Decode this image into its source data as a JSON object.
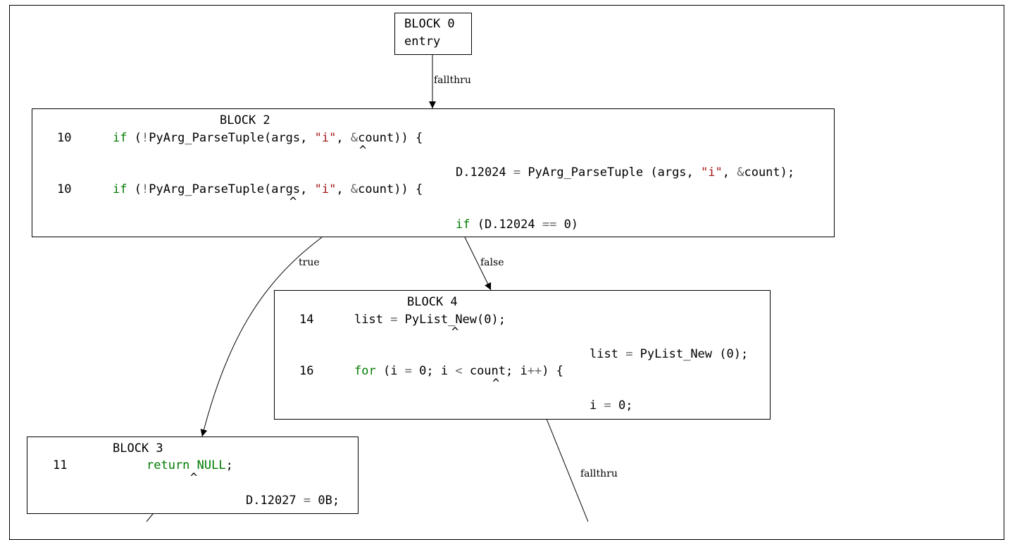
{
  "blocks": {
    "block0": {
      "title": "BLOCK 0",
      "subtitle": "entry"
    },
    "block2": {
      "title": "BLOCK 2",
      "lines": [
        {
          "num": "10",
          "parts": [
            "if",
            " (",
            "!",
            "PyArg_ParseTuple(args, ",
            "\"i\"",
            ", ",
            "&",
            "count)) {"
          ]
        },
        {
          "caret": "^"
        },
        {
          "gimple": [
            "D.12024 ",
            "=",
            " PyArg_ParseTuple (args, ",
            "\"i\"",
            ", ",
            "&",
            "count);"
          ]
        },
        {
          "num": "10",
          "parts": [
            "if",
            " (",
            "!",
            "PyArg_ParseTuple(args, ",
            "\"i\"",
            ", ",
            "&",
            "count)) {"
          ]
        },
        {
          "caret": "^"
        },
        {
          "gimple": [
            "if",
            " (D.12024 ",
            "==",
            " 0)"
          ]
        }
      ]
    },
    "block4": {
      "title": "BLOCK 4",
      "lines": [
        {
          "num": "14",
          "parts": [
            "list ",
            "=",
            " PyList_New(0);"
          ]
        },
        {
          "caret": "^"
        },
        {
          "gimple": [
            "list ",
            "=",
            " PyList_New (0);"
          ]
        },
        {
          "num": "16",
          "parts": [
            "for",
            " (i ",
            "=",
            " 0; i ",
            "<",
            " count; i",
            "++",
            ") {"
          ]
        },
        {
          "caret": "^"
        },
        {
          "gimple": [
            "i ",
            "=",
            " 0;"
          ]
        }
      ]
    },
    "block3": {
      "title": "BLOCK 3",
      "lines": [
        {
          "num": "11",
          "parts": [
            "return",
            " ",
            "NULL",
            ";"
          ]
        },
        {
          "caret": "^"
        },
        {
          "gimple": [
            "D.12027 ",
            "=",
            " 0B;"
          ]
        }
      ]
    }
  },
  "edges": {
    "e0_2": "fallthru",
    "e2_3": "true",
    "e2_4": "false",
    "e4_next": "fallthru"
  },
  "colors": {
    "keyword": "#007a00",
    "string": "#a31515",
    "operator": "#666666"
  }
}
